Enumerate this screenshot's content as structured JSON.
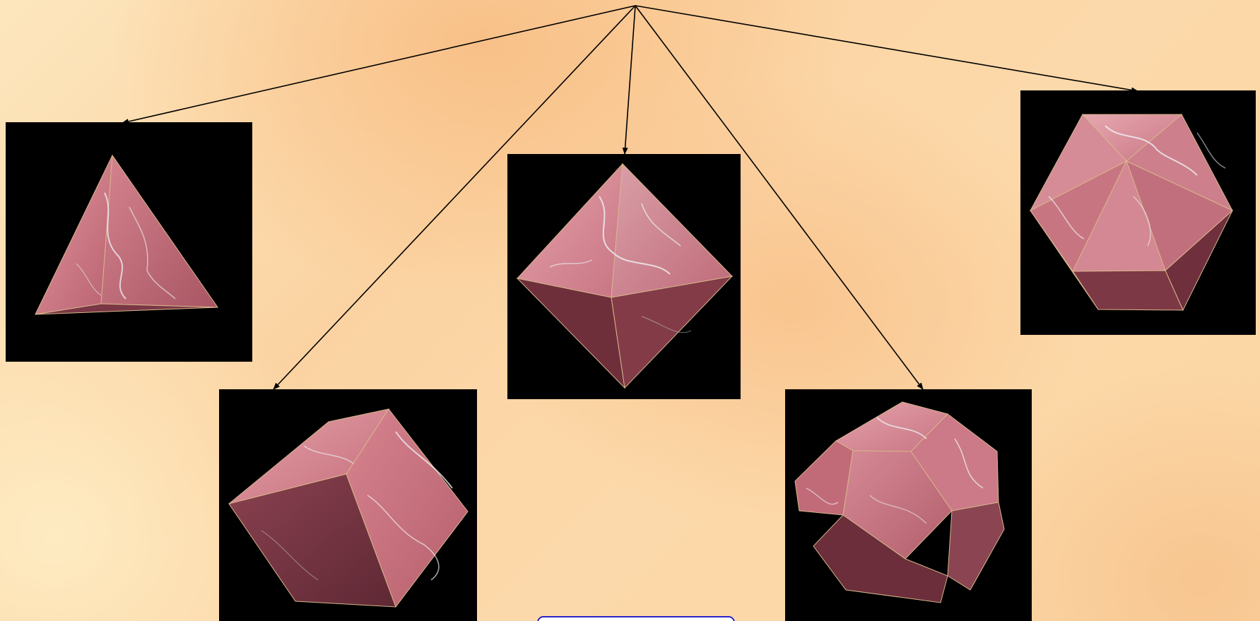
{
  "diagram": {
    "title": "",
    "root_node": "apex",
    "solids": [
      {
        "id": "tetrahedron",
        "faces": 4
      },
      {
        "id": "cube",
        "faces": 6
      },
      {
        "id": "octahedron",
        "faces": 8
      },
      {
        "id": "dodecahedron",
        "faces": 12
      },
      {
        "id": "icosahedron",
        "faces": 20
      }
    ],
    "connections": [
      {
        "from": "apex",
        "to": "tetrahedron"
      },
      {
        "from": "apex",
        "to": "cube"
      },
      {
        "from": "apex",
        "to": "octahedron"
      },
      {
        "from": "apex",
        "to": "dodecahedron"
      },
      {
        "from": "apex",
        "to": "icosahedron"
      }
    ]
  },
  "colors": {
    "background_light": "#fde6bd",
    "background_warm": "#fbd3a2",
    "panel_background": "#000000",
    "marble_base": "#c96d7a",
    "marble_light": "#e1929c",
    "marble_dark": "#6e2f3b",
    "marble_vein": "#e8eef2",
    "connector": "#000000",
    "button_border": "#2b22c8"
  },
  "controls": {
    "bottom_button_label": ""
  }
}
